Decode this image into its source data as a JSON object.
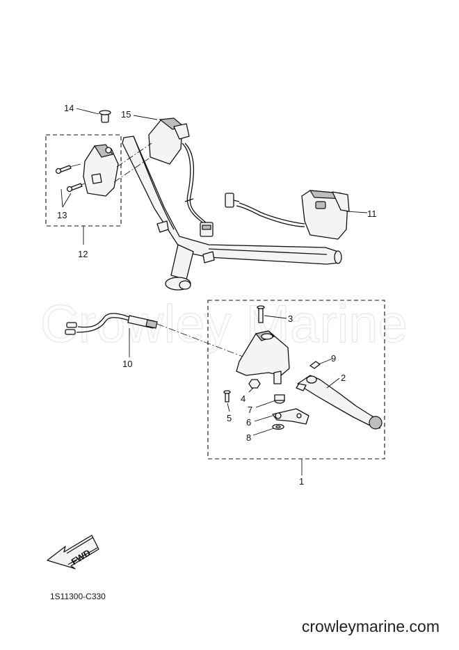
{
  "watermark": "Crowley Marine",
  "callouts": {
    "c1": "1",
    "c2": "2",
    "c3": "3",
    "c4": "4",
    "c5": "5",
    "c6": "6",
    "c7": "7",
    "c8": "8",
    "c9": "9",
    "c10": "10",
    "c11": "11",
    "c12": "12",
    "c13": "13",
    "c14": "14",
    "c15": "15"
  },
  "fwd_label": "FWD",
  "diagram_code": "1S11300-C330",
  "website": "crowleymarine.com",
  "icons": {
    "direction": "fwd-arrow-icon"
  }
}
